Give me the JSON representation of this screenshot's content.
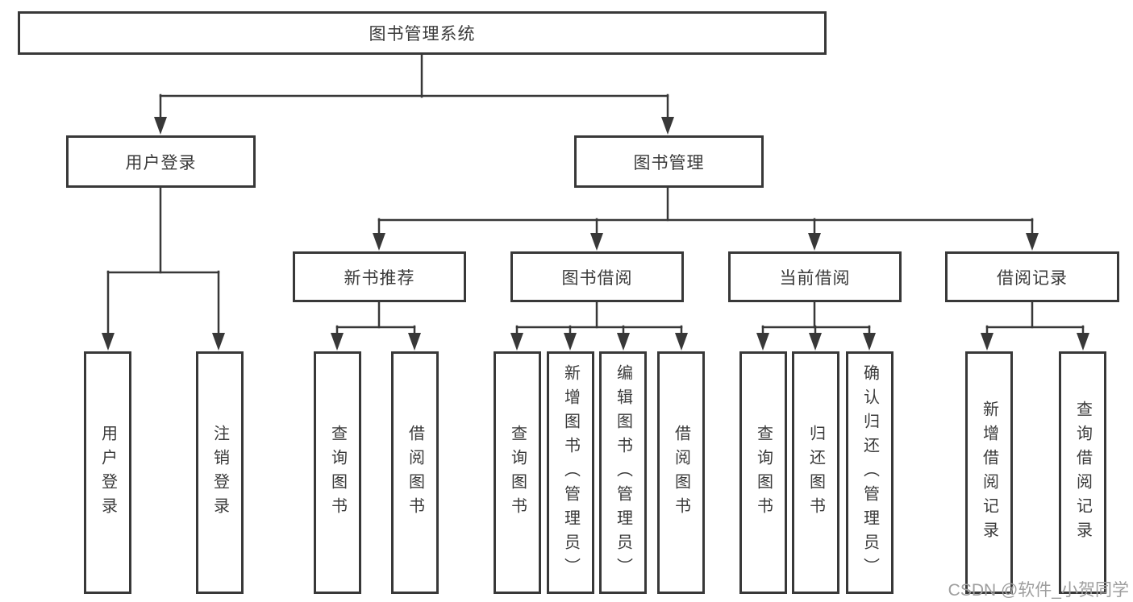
{
  "diagram": {
    "root": {
      "label": "图书管理系统"
    },
    "level2": [
      {
        "label": "用户登录"
      },
      {
        "label": "图书管理"
      }
    ],
    "level3": [
      {
        "label": "新书推荐"
      },
      {
        "label": "图书借阅"
      },
      {
        "label": "当前借阅"
      },
      {
        "label": "借阅记录"
      }
    ],
    "leaves": {
      "login": [
        "用户登录",
        "注销登录"
      ],
      "recommend": [
        "查询图书",
        "借阅图书"
      ],
      "borrow": [
        "查询图书",
        "新增图书（管理员）",
        "编辑图书（管理员）",
        "借阅图书"
      ],
      "current": [
        "查询图书",
        "归还图书",
        "确认归还（管理员）"
      ],
      "records": [
        "新增借阅记录",
        "查询借阅记录"
      ]
    },
    "watermark": "CSDN @软件_小贺同学",
    "colors": {
      "line": "#383838",
      "box_border": "#383838",
      "text": "#3a3a3a",
      "watermark": "#9e9e9e",
      "background": "#ffffff"
    }
  }
}
